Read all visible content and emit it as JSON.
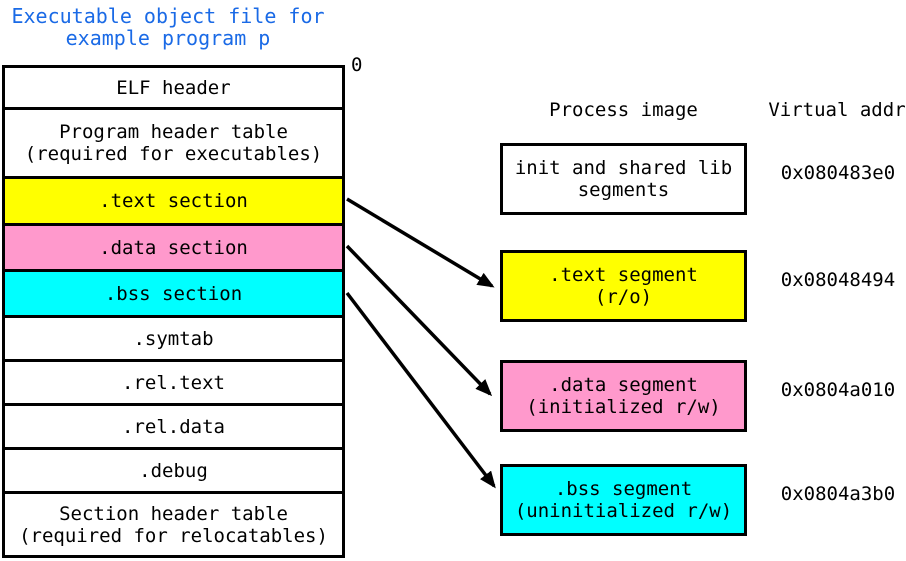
{
  "title": {
    "line1": "Executable object file for",
    "line2": "example program p"
  },
  "object_file": {
    "offset_label": "0",
    "sections": [
      {
        "label": "ELF header",
        "bg": "#ffffff"
      },
      {
        "label": "Program header table",
        "label2": "(required for executables)",
        "bg": "#ffffff"
      },
      {
        "label": ".text section",
        "bg": "#ffff00"
      },
      {
        "label": ".data section",
        "bg": "#ff99cc"
      },
      {
        "label": ".bss section",
        "bg": "#00ffff"
      },
      {
        "label": ".symtab",
        "bg": "#ffffff"
      },
      {
        "label": ".rel.text",
        "bg": "#ffffff"
      },
      {
        "label": ".rel.data",
        "bg": "#ffffff"
      },
      {
        "label": ".debug",
        "bg": "#ffffff"
      },
      {
        "label": "Section header table",
        "label2": "(required for relocatables)",
        "bg": "#ffffff"
      }
    ]
  },
  "process_image": {
    "heading": "Process image",
    "address_heading": "Virtual addr",
    "segments": [
      {
        "label": "init and shared lib",
        "label2": "segments",
        "bg": "#ffffff",
        "address": "0x080483e0"
      },
      {
        "label": ".text segment",
        "label2": "(r/o)",
        "bg": "#ffff00",
        "address": "0x08048494"
      },
      {
        "label": ".data segment",
        "label2": "(initialized r/w)",
        "bg": "#ff99cc",
        "address": "0x0804a010"
      },
      {
        "label": ".bss segment",
        "label2": "(uninitialized r/w)",
        "bg": "#00ffff",
        "address": "0x0804a3b0"
      }
    ]
  },
  "arrows": [
    {
      "from": ".text section",
      "to": ".text segment"
    },
    {
      "from": ".data section",
      "to": ".data segment"
    },
    {
      "from": ".bss section",
      "to": ".bss segment"
    }
  ],
  "colors": {
    "title_text": "#1a6ae6",
    "text_highlight": "#ffff00",
    "data_highlight": "#ff99cc",
    "bss_highlight": "#00ffff",
    "border": "#000000"
  }
}
